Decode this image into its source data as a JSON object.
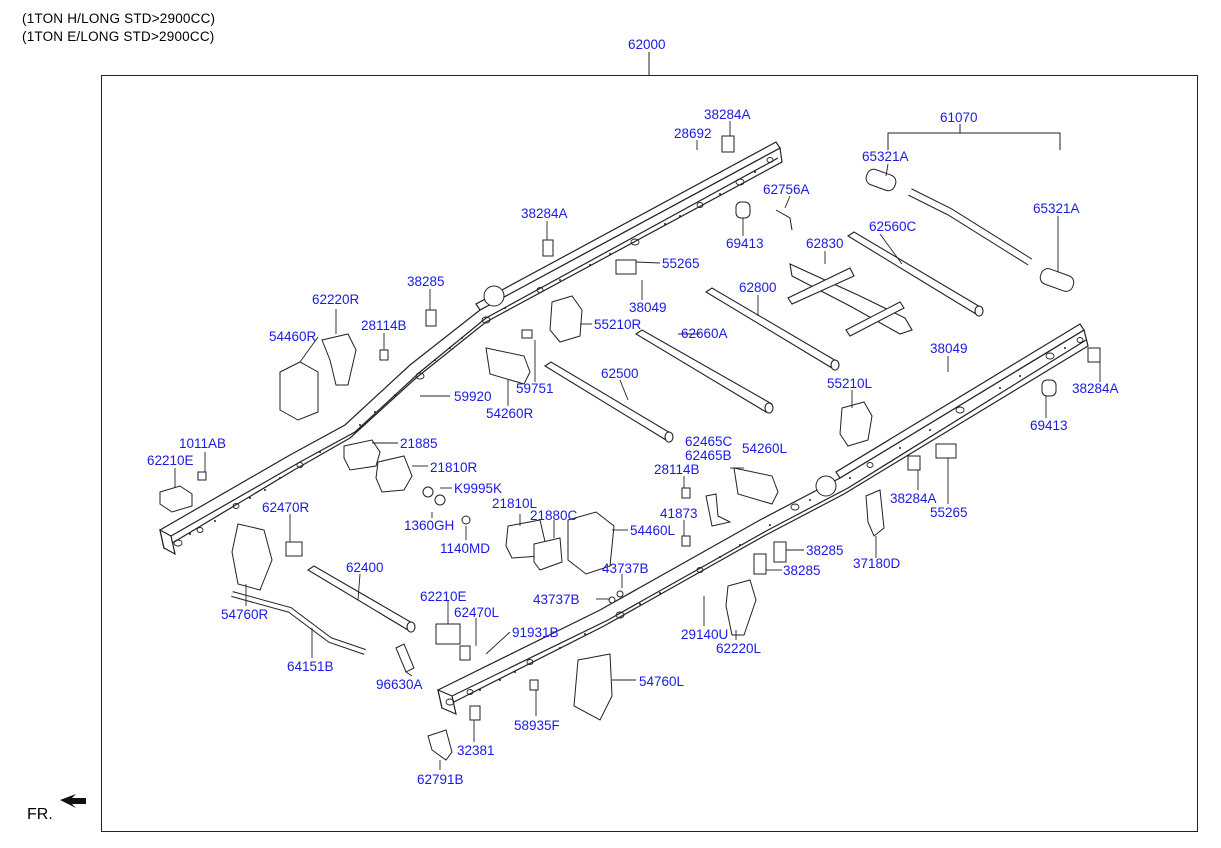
{
  "header": {
    "line1": "(1TON H/LONG STD>2900CC)",
    "line2": "(1TON E/LONG STD>2900CC)"
  },
  "direction_label": "FR.",
  "parts": [
    {
      "id": "p62000",
      "label": "62000"
    },
    {
      "id": "p61070",
      "label": "61070"
    },
    {
      "id": "p38284A_1",
      "label": "38284A"
    },
    {
      "id": "p28692",
      "label": "28692"
    },
    {
      "id": "p65321A_1",
      "label": "65321A"
    },
    {
      "id": "p65321A_2",
      "label": "65321A"
    },
    {
      "id": "p62756A",
      "label": "62756A"
    },
    {
      "id": "p38284A_2",
      "label": "38284A"
    },
    {
      "id": "p69413_1",
      "label": "69413"
    },
    {
      "id": "p62560C",
      "label": "62560C"
    },
    {
      "id": "p62830",
      "label": "62830"
    },
    {
      "id": "p55265_1",
      "label": "55265"
    },
    {
      "id": "p38285_1",
      "label": "38285"
    },
    {
      "id": "p62800",
      "label": "62800"
    },
    {
      "id": "p62220R",
      "label": "62220R"
    },
    {
      "id": "p38049_1",
      "label": "38049"
    },
    {
      "id": "p28114B_1",
      "label": "28114B"
    },
    {
      "id": "p55210R",
      "label": "55210R"
    },
    {
      "id": "p54460R",
      "label": "54460R"
    },
    {
      "id": "p62660A",
      "label": "62660A"
    },
    {
      "id": "p38049_2",
      "label": "38049"
    },
    {
      "id": "p59751",
      "label": "59751"
    },
    {
      "id": "p62500",
      "label": "62500"
    },
    {
      "id": "p38284A_3",
      "label": "38284A"
    },
    {
      "id": "p59920",
      "label": "59920"
    },
    {
      "id": "p55210L",
      "label": "55210L"
    },
    {
      "id": "p54260R",
      "label": "54260R"
    },
    {
      "id": "p69413_2",
      "label": "69413"
    },
    {
      "id": "p1011AB",
      "label": "1011AB"
    },
    {
      "id": "p21885",
      "label": "21885"
    },
    {
      "id": "p62465C",
      "label": "62465C"
    },
    {
      "id": "p62465B",
      "label": "62465B"
    },
    {
      "id": "p54260L",
      "label": "54260L"
    },
    {
      "id": "p62210E_1",
      "label": "62210E"
    },
    {
      "id": "p21810R",
      "label": "21810R"
    },
    {
      "id": "p28114B_2",
      "label": "28114B"
    },
    {
      "id": "pK9995K",
      "label": "K9995K"
    },
    {
      "id": "p38284A_4",
      "label": "38284A"
    },
    {
      "id": "p21810L",
      "label": "21810L"
    },
    {
      "id": "p41873",
      "label": "41873"
    },
    {
      "id": "p55265_2",
      "label": "55265"
    },
    {
      "id": "p62470R",
      "label": "62470R"
    },
    {
      "id": "p1360GH",
      "label": "1360GH"
    },
    {
      "id": "p21880C",
      "label": "21880C"
    },
    {
      "id": "p54460L",
      "label": "54460L"
    },
    {
      "id": "p1140MD",
      "label": "1140MD"
    },
    {
      "id": "p38285_2",
      "label": "38285"
    },
    {
      "id": "p37180D",
      "label": "37180D"
    },
    {
      "id": "p62400",
      "label": "62400"
    },
    {
      "id": "p43737B_1",
      "label": "43737B"
    },
    {
      "id": "p38285_3",
      "label": "38285"
    },
    {
      "id": "p54760R",
      "label": "54760R"
    },
    {
      "id": "p62210E_2",
      "label": "62210E"
    },
    {
      "id": "p43737B_2",
      "label": "43737B"
    },
    {
      "id": "p62470L",
      "label": "62470L"
    },
    {
      "id": "p91931B",
      "label": "91931B"
    },
    {
      "id": "p29140U",
      "label": "29140U"
    },
    {
      "id": "p62220L",
      "label": "62220L"
    },
    {
      "id": "p64151B",
      "label": "64151B"
    },
    {
      "id": "p96630A",
      "label": "96630A"
    },
    {
      "id": "p54760L",
      "label": "54760L"
    },
    {
      "id": "p58935F",
      "label": "58935F"
    },
    {
      "id": "p32381",
      "label": "32381"
    },
    {
      "id": "p62791B",
      "label": "62791B"
    }
  ]
}
